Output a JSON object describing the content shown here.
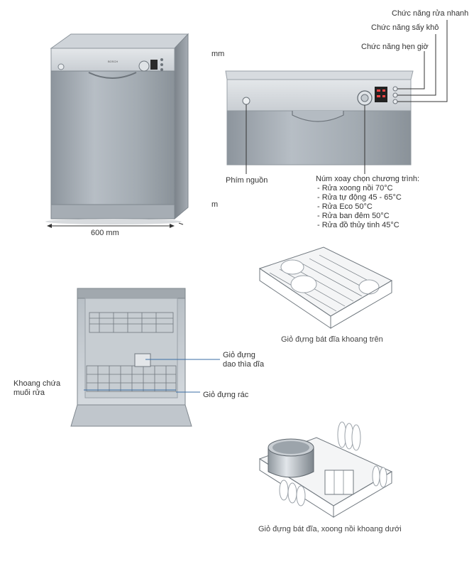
{
  "features": {
    "quick_wash": "Chức năng rửa nhanh",
    "dry": "Chức năng sấy khô",
    "timer": "Chức năng hẹn giờ"
  },
  "dimensions": {
    "width": "600 mm",
    "height_fragment": "mm",
    "depth_fragment": "m"
  },
  "panel": {
    "brand": "BOSCH",
    "power_label": "Phím nguồn",
    "knob_title": "Núm xoay chọn chương trình:",
    "programs": [
      "- Rửa xoong nồi 70°C",
      "- Rửa tự động 45 - 65°C",
      "- Rửa Eco 50°C",
      "- Rửa ban đêm 50°C",
      "- Rửa đồ thủy tinh 45°C"
    ]
  },
  "interior": {
    "cutlery_basket": [
      "Giỏ đựng",
      "dao thìa dĩa"
    ],
    "salt": [
      "Khoang chứa",
      "muối rửa"
    ],
    "filter": "Giỏ đựng rác"
  },
  "racks": {
    "upper": "Giỏ đựng bát đĩa khoang trên",
    "lower": "Giỏ đựng bát đĩa, xoong nồi khoang dưới"
  },
  "colors": {
    "steel": "#9aa2aa",
    "callout_line": "#333333",
    "blue_callout": "#3a6ea5"
  }
}
